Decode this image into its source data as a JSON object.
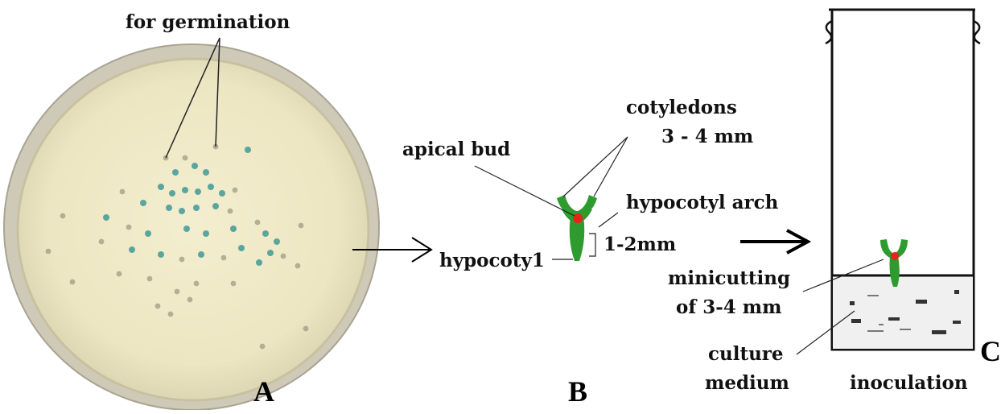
{
  "panels": {
    "a": {
      "letter": "A",
      "label": "for germination"
    },
    "b": {
      "letter": "B",
      "cotyledons": "cotyledons",
      "cotyledons_size": "3 - 4 mm",
      "apical_bud": "apical bud",
      "hypocotyl_arch": "hypocotyl arch",
      "arch_length": "1-2mm",
      "hypocotyl": "hypocoty1"
    },
    "c": {
      "letter": "C",
      "minicutting": "minicutting",
      "minicutting_size": "of 3-4 mm",
      "culture": "culture",
      "medium": "medium",
      "inoculation": "inoculation"
    }
  },
  "colors": {
    "dish_fill": "#eee7c3",
    "dish_rim": "#d8d3c0",
    "seedling_green": "#2e9b2e",
    "bud_red": "#e8231c",
    "seed_teal": "#3f9a96"
  }
}
